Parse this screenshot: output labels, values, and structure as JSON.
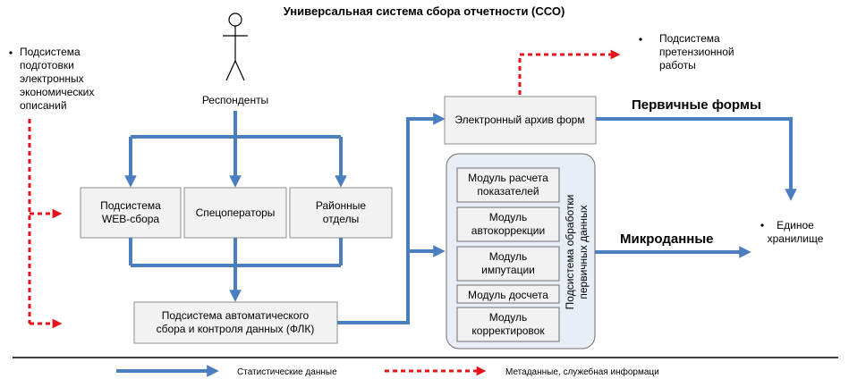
{
  "title": "Универсальная система сбора отчетности (ССО)",
  "actor": {
    "label": "Респонденты"
  },
  "left_note": [
    "Подсистема",
    "подготовки",
    "электронных",
    "экономических",
    "описаний"
  ],
  "top_right_note": [
    "Подсистема",
    "претензионной",
    "работы"
  ],
  "storage_note": [
    "Единое",
    "хранилище"
  ],
  "boxes": {
    "web": [
      "Подсистема",
      "WEB-сбора"
    ],
    "operators": [
      "Спецоператоры"
    ],
    "districts": [
      "Районные",
      "отделы"
    ],
    "flk": [
      "Подсистема автоматического",
      "сбора  и контроля данных (ФЛК)"
    ],
    "archive": [
      "Электронный архив форм"
    ]
  },
  "processing": {
    "group_label": [
      "Подсистема обработки",
      "первичных данных"
    ],
    "modules": [
      [
        "Модуль расчета",
        "показателей"
      ],
      [
        "Модуль",
        "автокоррекции"
      ],
      [
        "Модуль",
        "импутации"
      ],
      [
        "Модуль досчета"
      ],
      [
        "Модуль",
        "корректировок"
      ]
    ]
  },
  "flow_labels": {
    "primary_forms": "Первичные формы",
    "microdata": "Микроданные"
  },
  "legend": {
    "statistical": "Статистические данные",
    "metadata": "Метаданные, служебная информаци"
  },
  "colors": {
    "blue": "#4a7ebf",
    "red": "#e3141b",
    "box_fill": "#f2f2f2",
    "group_fill": "#e9edf6",
    "module_fill": "#f2f2f2"
  }
}
